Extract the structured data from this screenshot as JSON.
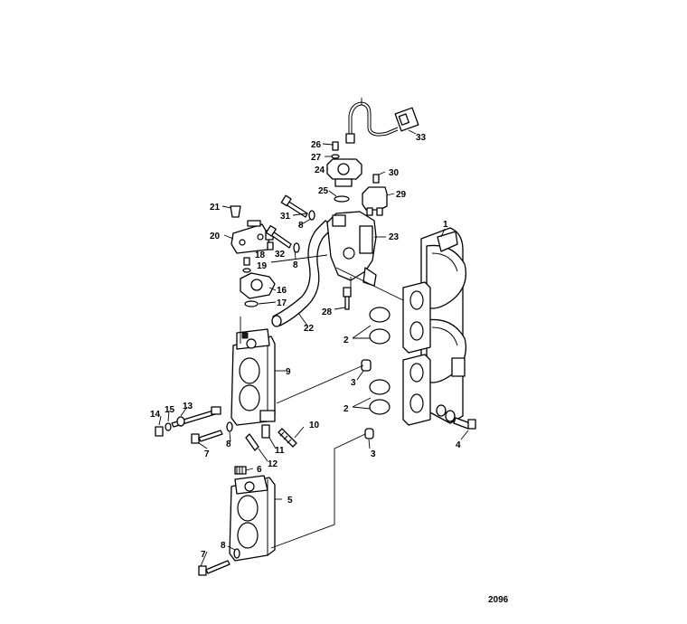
{
  "figure_number": "2096",
  "callouts": {
    "c1": "1",
    "c2a": "2",
    "c2b": "2",
    "c3a": "3",
    "c3b": "3",
    "c4": "4",
    "c5": "5",
    "c6": "6",
    "c7a": "7",
    "c7b": "7",
    "c8a": "8",
    "c8b": "8",
    "c8c": "8",
    "c8d": "8",
    "c9": "9",
    "c10": "10",
    "c11": "11",
    "c12": "12",
    "c13": "13",
    "c14": "14",
    "c15": "15",
    "c16": "16",
    "c17": "17",
    "c18": "18",
    "c19": "19",
    "c20": "20",
    "c21": "21",
    "c22": "22",
    "c23": "23",
    "c24": "24",
    "c25": "25",
    "c26": "26",
    "c27": "27",
    "c28": "28",
    "c29": "29",
    "c30": "30",
    "c31": "31",
    "c32": "32",
    "c33": "33"
  }
}
